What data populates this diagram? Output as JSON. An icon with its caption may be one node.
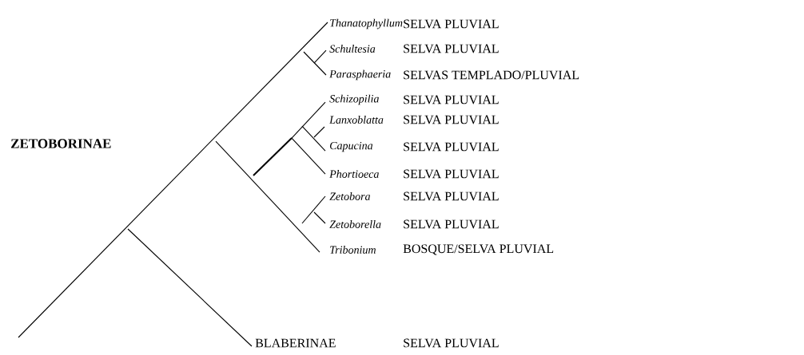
{
  "diagram": {
    "nodes": [
      {
        "text": [
          "Thanatophyllum"
        ]
      },
      {
        "text": [
          "Schultesia"
        ]
      },
      {
        "text": [
          "Parasphaeria"
        ]
      },
      {
        "text": [
          "Schizopilia"
        ]
      },
      {
        "text": [
          "Lanxoblatta"
        ]
      },
      {
        "text": [
          "Capucina"
        ]
      },
      {
        "text": [
          "Phortioeca"
        ]
      },
      {
        "text": [
          "Zetobora"
        ]
      },
      {
        "text": [
          "Zetoborella"
        ]
      },
      {
        "text": [
          "Tribonium"
        ]
      },
      {
        "text": [
          "BLABERINAE"
        ]
      }
    ],
    "labels": [
      "ZETOBORINAE",
      "SELVA PLUVIAL",
      "SELVA PLUVIAL",
      "SELVAS TEMPLADO/PLUVIAL",
      "SELVA PLUVIAL",
      "SELVA PLUVIAL",
      "SELVA PLUVIAL",
      "SELVA PLUVIAL",
      "SELVA PLUVIAL",
      "SELVA PLUVIAL",
      "BOSQUE/SELVA PLUVIAL",
      "SELVA PLUVIAL"
    ]
  }
}
